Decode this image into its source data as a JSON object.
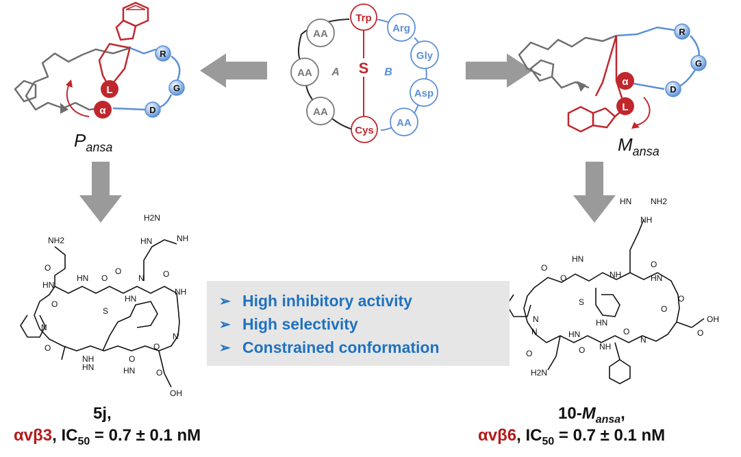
{
  "macrocycle": {
    "residues": {
      "trp": "Trp",
      "arg": "Arg",
      "gly": "Gly",
      "asp": "Asp",
      "aa_right": "AA",
      "cys": "Cys",
      "aa_left_1": "AA",
      "aa_left_2": "AA",
      "aa_left_3": "AA"
    },
    "bridge_label": "S",
    "region_a": "A",
    "region_b": "B"
  },
  "left_conformer": {
    "label_main": "P",
    "label_sub": "ansa",
    "nodes": {
      "r": "R",
      "g": "G",
      "d": "D",
      "l": "L",
      "alpha": "α"
    }
  },
  "right_conformer": {
    "label_main": "M",
    "label_sub": "ansa",
    "nodes": {
      "r": "R",
      "g": "G",
      "d": "D",
      "l": "L",
      "alpha": "α"
    }
  },
  "structure_5j": {
    "atoms": [
      "NH2",
      "O",
      "HN",
      "O",
      "HN",
      "O",
      "H2N",
      "NH",
      "HN",
      "N",
      "O",
      "NH",
      "O",
      "S",
      "N",
      "HN",
      "NH",
      "O",
      "N",
      "O",
      "HN",
      "O",
      "HN",
      "O",
      "OH"
    ]
  },
  "structure_10": {
    "atoms": [
      "HN",
      "NH2",
      "NH",
      "HN",
      "O",
      "O",
      "O",
      "N",
      "NH",
      "HN",
      "O",
      "S",
      "HN",
      "O",
      "N",
      "O",
      "HN",
      "OH",
      "O",
      "NH",
      "N",
      "O",
      "O",
      "H2N"
    ]
  },
  "features": [
    "High inhibitory activity",
    "High selectivity",
    "Constrained conformation"
  ],
  "captions": {
    "left_name": "5j,",
    "left_target": "αvβ3",
    "left_rest_1": ", IC",
    "left_sub": "50",
    "left_rest_2": " = 0.7 ± 0.1 nM",
    "right_name_1": "10-",
    "right_name_ital": "M",
    "right_name_sub": "ansa",
    "right_name_2": ",",
    "right_target": "αvβ6",
    "right_rest_1": ", IC",
    "right_sub": "50",
    "right_rest_2": " = 0.7 ± 0.1 nM"
  },
  "colors": {
    "red": "#c0272d",
    "blue": "#5b8fd6",
    "gray": "#6e6e6e",
    "arrow": "#9a9a9a",
    "feature_text": "#1f72bf",
    "panel": "#e6e6e6"
  }
}
